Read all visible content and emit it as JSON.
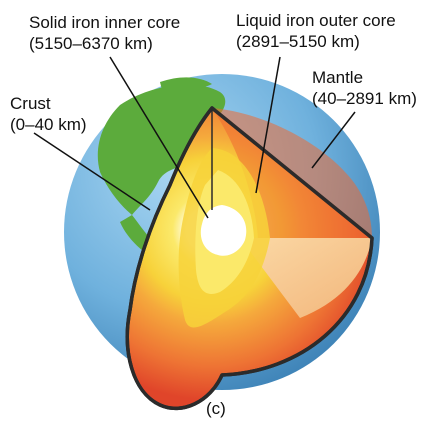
{
  "labels": {
    "inner_core": {
      "name": "Solid iron inner core",
      "range": "(5150–6370 km)"
    },
    "outer_core": {
      "name": "Liquid iron outer core",
      "range": "(2891–5150 km)"
    },
    "mantle": {
      "name": "Mantle",
      "range": "(40–2891 km)"
    },
    "crust": {
      "name": "Crust",
      "range": "(0–40 km)"
    }
  },
  "panel_label": "(c)",
  "colors": {
    "ocean": "#6fb1dd",
    "land": "#5cab3c",
    "crust_edge": "#2b2b2b",
    "mantle_outer": "#e8472a",
    "mantle_inner": "#f39a3c",
    "outer_core": "#f7d23a",
    "outer_core_light": "#fbe96a",
    "inner_core": "#ffffff",
    "cutaway_face": "#f7c48a"
  }
}
